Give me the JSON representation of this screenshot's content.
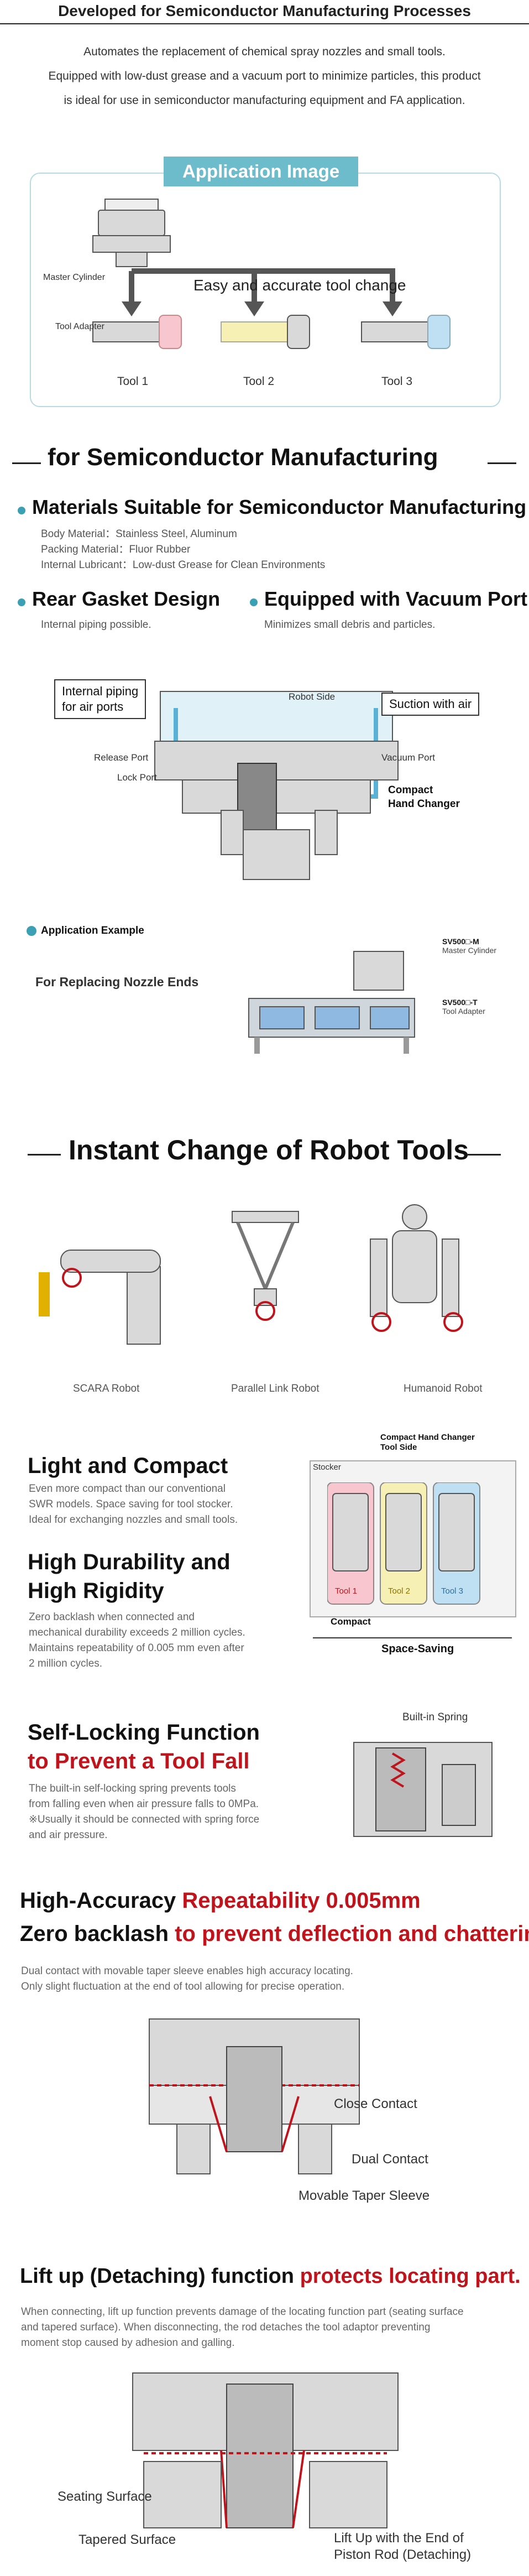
{
  "header": {
    "title": "Developed for Semiconductor Manufacturing Processes"
  },
  "intro": [
    "Automates the replacement of chemical spray nozzles and small tools.",
    "Equipped with low-dust grease and a vacuum port to minimize particles, this product",
    "is ideal for use in semiconductor manufacturing equipment and FA application."
  ],
  "application_image": {
    "badge": "Application Image",
    "master_cylinder": "Master Cylinder",
    "tool_adapter": "Tool Adapter",
    "headline": "Easy and accurate tool change",
    "tools": [
      "Tool 1",
      "Tool 2",
      "Tool 3"
    ],
    "tool_colors": [
      "#f7c6cf",
      "#f7f0b5",
      "#bfe0f2"
    ]
  },
  "semiconductor": {
    "heading": "for Semiconductor Manufacturing",
    "materials_heading": "Materials Suitable for Semiconductor Manufacturing",
    "materials_lines": [
      "Body Material：Stainless Steel, Aluminum",
      "Packing Material：Fluor Rubber",
      "Internal Lubricant：Low-dust Grease for Clean Environments"
    ],
    "gasket_heading": "Rear Gasket Design",
    "gasket_text": "Internal piping possible.",
    "vacuum_heading": "Equipped with Vacuum Port",
    "vacuum_text": "Minimizes small debris and particles."
  },
  "diagram1": {
    "internal_piping": "Internal piping\nfor air ports",
    "robot_side": "Robot Side",
    "suction": "Suction with air",
    "release_port": "Release Port",
    "lock_port": "Lock Port",
    "vacuum_port": "Vacuum Port",
    "compact": "Compact\nHand Changer"
  },
  "app_example": {
    "label": "Application Example",
    "title": "For Replacing Nozzle Ends",
    "master_code": "SV500□-M",
    "master_label": "Master Cylinder",
    "adapter_code": "SV500□-T",
    "adapter_label": "Tool Adapter"
  },
  "robots": {
    "heading": "Instant Change of Robot Tools",
    "items": [
      "SCARA Robot",
      "Parallel Link Robot",
      "Humanoid Robot"
    ]
  },
  "light": {
    "heading": "Light and Compact",
    "text": [
      "Even more compact than our conventional",
      "SWR models. Space saving for tool stocker.",
      "Ideal for exchanging nozzles and small tools."
    ]
  },
  "durability": {
    "heading1": "High Durability and",
    "heading2": "High Rigidity",
    "text": [
      "Zero backlash when connected and",
      "mechanical durability exceeds 2 million cycles.",
      "Maintains repeatability of 0.005 mm even after",
      "2 million cycles."
    ]
  },
  "stocker": {
    "top_label": "Compact Hand Changer\nTool Side",
    "stocker": "Stocker",
    "tools": [
      "Tool 1",
      "Tool 2",
      "Tool 3"
    ],
    "compact": "Compact",
    "space_saving": "Space-Saving"
  },
  "self_locking": {
    "heading1": "Self-Locking Function",
    "heading2": "to Prevent a Tool Fall",
    "text": [
      "The built-in self-locking spring prevents tools",
      "from falling even when air pressure falls to 0MPa.",
      "※Usually it should be connected with spring force",
      "and air pressure."
    ],
    "spring_label": "Built-in Spring"
  },
  "accuracy": {
    "line1_a": "High-Accuracy ",
    "line1_b": "Repeatability 0.005mm",
    "line2_a": "Zero backlash ",
    "line2_b": "to prevent deflection and chattering",
    "text": [
      "Dual contact with movable taper sleeve enables high accuracy locating.",
      "Only slight fluctuation at the end of tool allowing for precise operation."
    ],
    "close_contact": "Close Contact",
    "dual_contact": "Dual Contact",
    "taper_sleeve": "Movable Taper Sleeve"
  },
  "liftup": {
    "heading_a": "Lift up (Detaching) function ",
    "heading_b": "protects locating part.",
    "text": [
      "When connecting, lift up function prevents damage of the locating function part (seating surface",
      "and tapered surface). When disconnecting, the rod detaches the tool adaptor preventing",
      "moment stop caused by adhesion and galling."
    ],
    "seating": "Seating Surface",
    "tapered": "Tapered Surface",
    "lift": "Lift Up with the End of\nPiston Rod (Detaching)"
  }
}
